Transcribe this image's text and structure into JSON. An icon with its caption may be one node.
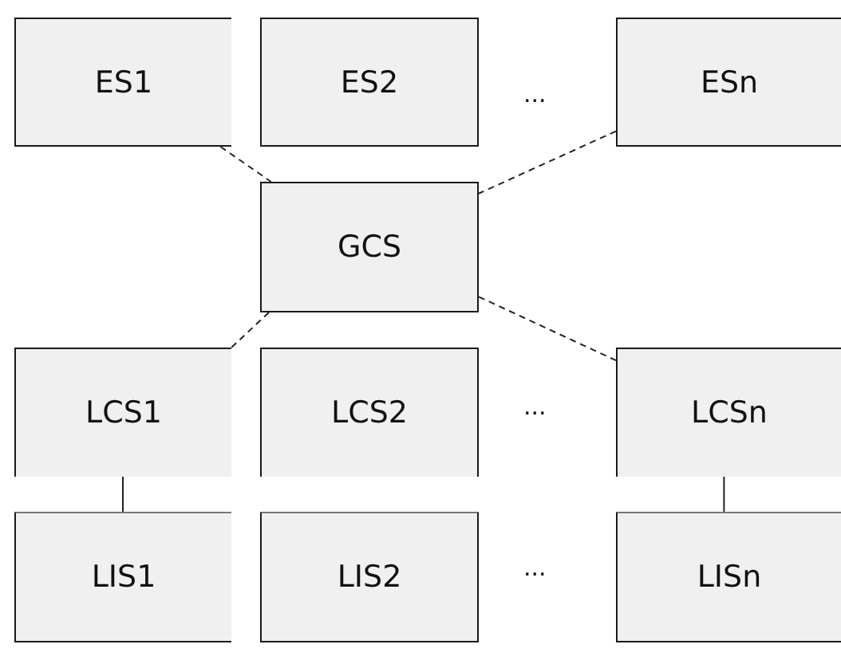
{
  "diagram": {
    "nodes": [
      {
        "text": [
          "ES1"
        ]
      },
      {
        "text": [
          "ES2"
        ]
      },
      {
        "text": [
          "ESn"
        ]
      },
      {
        "text": [
          "GCS"
        ]
      },
      {
        "text": [
          "LCS1"
        ]
      },
      {
        "text": [
          "LCS2"
        ]
      },
      {
        "text": [
          "LCSn"
        ]
      },
      {
        "text": [
          "LIS1"
        ]
      },
      {
        "text": [
          "LIS2"
        ]
      },
      {
        "text": [
          "LISn"
        ]
      }
    ],
    "edges": [
      {
        "from": 0,
        "to": 3,
        "arrow": "none",
        "style": "dashed"
      },
      {
        "from": 2,
        "to": 3,
        "arrow": "none",
        "style": "dashed"
      },
      {
        "from": 3,
        "to": 4,
        "arrow": "none",
        "style": "dashed"
      },
      {
        "from": 3,
        "to": 6,
        "arrow": "none",
        "style": "dashed"
      },
      {
        "from": 4,
        "to": 7,
        "arrow": "none"
      },
      {
        "from": 6,
        "to": 9,
        "arrow": "none"
      }
    ],
    "labels": [
      "...",
      "...",
      "..."
    ]
  }
}
